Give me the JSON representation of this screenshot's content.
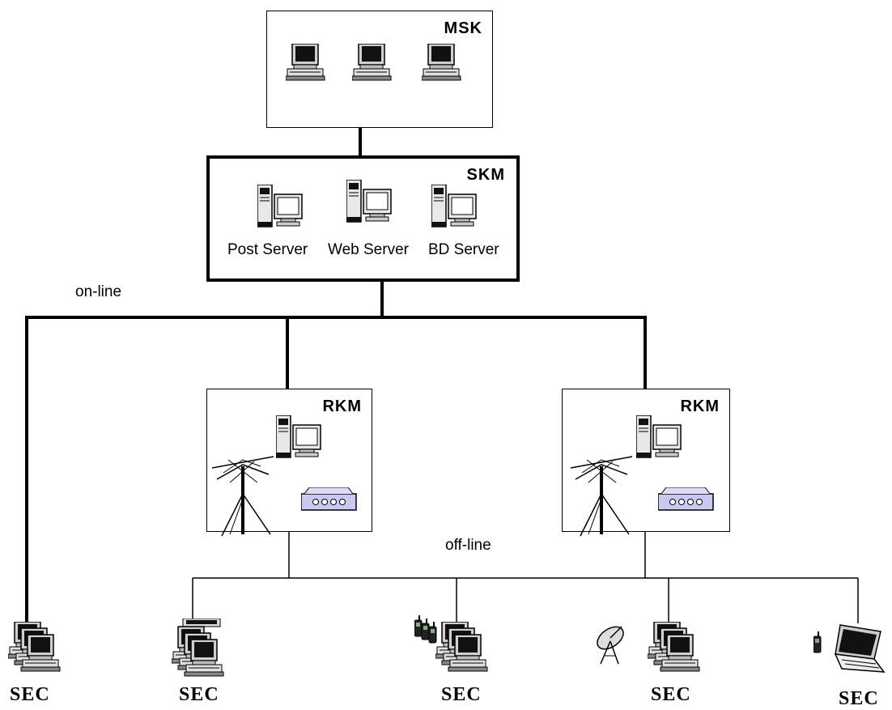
{
  "nodes": {
    "msk": {
      "title": "MSK"
    },
    "skm": {
      "title": "SKM",
      "servers": [
        "Post Server",
        "Web Server",
        "BD Server"
      ]
    },
    "rkm_left": {
      "title": "RKM"
    },
    "rkm_right": {
      "title": "RKM"
    }
  },
  "links": {
    "online": "on-line",
    "offline": "off-line"
  },
  "endpoints": [
    "SEC",
    "SEC",
    "SEC",
    "SEC",
    "SEC"
  ],
  "colors": {
    "line": "#000000",
    "screen": "#1a1a1a",
    "modem": "#c8c8f0"
  }
}
